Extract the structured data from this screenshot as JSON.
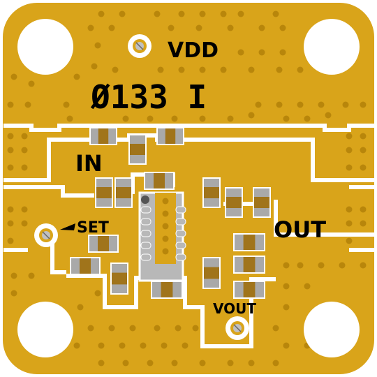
{
  "silkscreen": {
    "part_number": "Ø133 I",
    "vdd": "VDD",
    "in": "IN",
    "set": "SET",
    "out": "OUT",
    "vout": "VOUT"
  },
  "colors": {
    "board": "#d9a41a",
    "via": "#b8860b",
    "trace_gap": "#ffffff",
    "component_pad": "#a9a9a9",
    "component_body": "#a0741b",
    "ic_pad": "#b8b8b8",
    "silk": "#000000"
  }
}
